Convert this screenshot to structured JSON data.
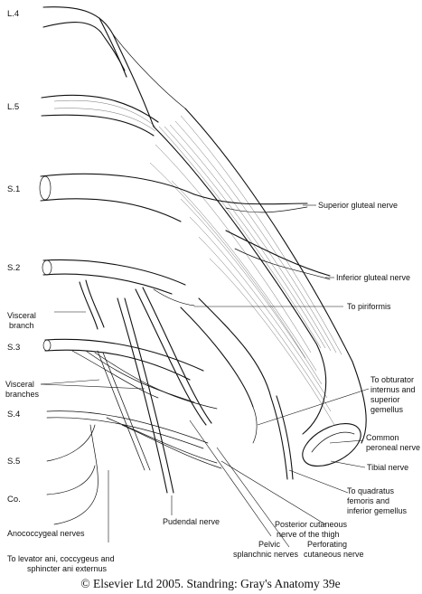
{
  "roots": {
    "l4": "L.4",
    "l5": "L.5",
    "s1": "S.1",
    "s2": "S.2",
    "s3": "S.3",
    "s4": "S.4",
    "s5": "S.5",
    "co": "Co."
  },
  "labels": {
    "superior_gluteal": "Superior gluteal nerve",
    "inferior_gluteal": "Inferior gluteal nerve",
    "piriformis": "To piriformis",
    "visceral_branch_1": "Visceral",
    "visceral_branch_2": "branch",
    "visceral_branches_1": "Visceral",
    "visceral_branches_2": "branches",
    "obturator_1": "To obturator",
    "obturator_2": "internus and",
    "obturator_3": "superior",
    "obturator_4": "gemellus",
    "common_peroneal_1": "Common",
    "common_peroneal_2": "peroneal nerve",
    "tibial": "Tibial nerve",
    "quadratus_1": "To quadratus",
    "quadratus_2": "femoris and",
    "quadratus_3": "inferior gemellus",
    "posterior_cutaneous_1": "Posterior cutaneous",
    "posterior_cutaneous_2": "nerve of the thigh",
    "anococcygeal": "Anococcygeal nerves",
    "pudendal": "Pudendal nerve",
    "levator_1": "To levator ani, coccygeus and",
    "levator_2": "sphincter ani externus",
    "pelvic_1": "Pelvic",
    "pelvic_2": "splanchnic nerves",
    "perforating_1": "Perforating",
    "perforating_2": "cutaneous nerve"
  },
  "credit": "© Elsevier Ltd 2005. Standring: Gray's Anatomy 39e"
}
